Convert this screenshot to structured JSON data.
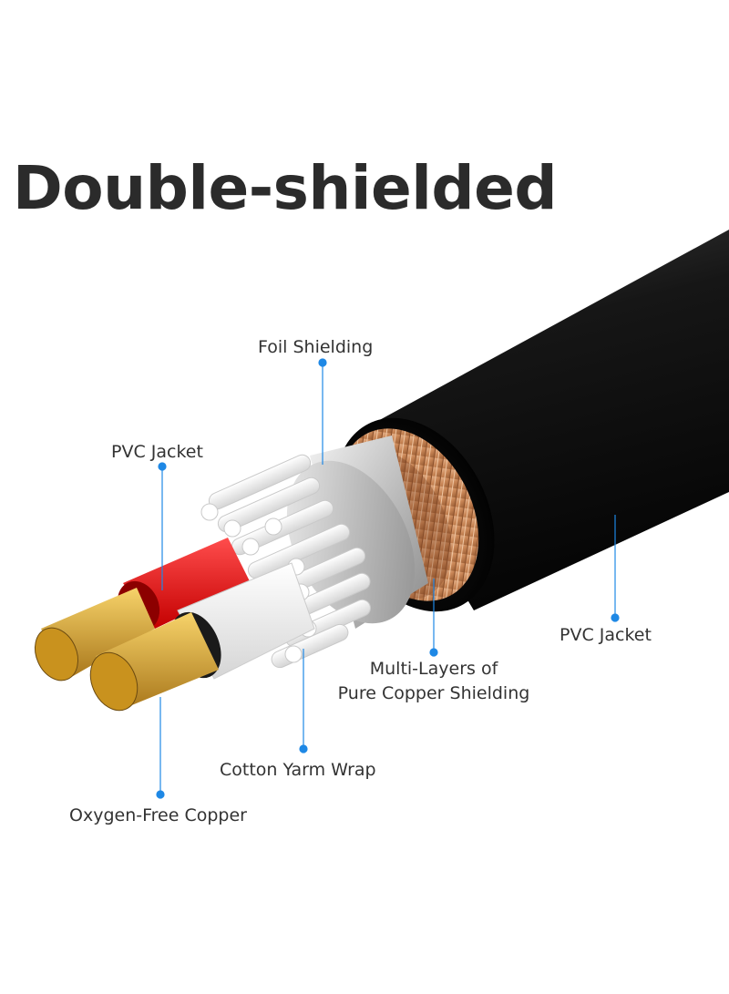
{
  "title": "Double-shielded",
  "accent_color": "#1e88e5",
  "callouts": {
    "foil_shielding": "Foil Shielding",
    "inner_pvc_jacket": "PVC Jacket",
    "outer_pvc_jacket": "PVC Jacket",
    "copper_shielding_line1": "Multi-Layers of",
    "copper_shielding_line2": "Pure Copper Shielding",
    "cotton_wrap": "Cotton Yarm Wrap",
    "oxygen_free_copper": "Oxygen-Free Copper"
  }
}
